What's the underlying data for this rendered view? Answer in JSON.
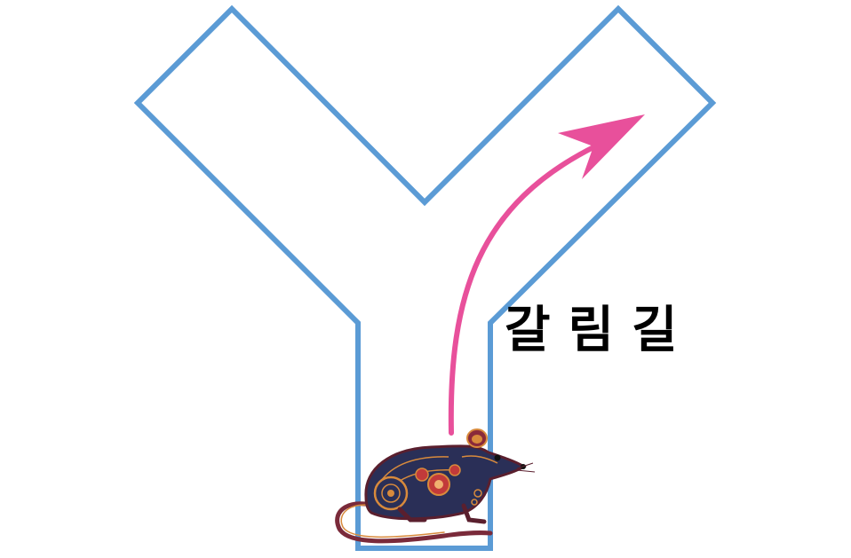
{
  "title": "갈림길",
  "colors": {
    "maze_outline": "#5b9bd5",
    "arrow": "#e8509b",
    "rat_body": "#2a2f57",
    "rat_accent": "#d88a3c",
    "rat_flower": "#c23a3a"
  },
  "icons": {
    "rat": "rat-illustration",
    "arrow": "curved-arrow-right-branch"
  }
}
